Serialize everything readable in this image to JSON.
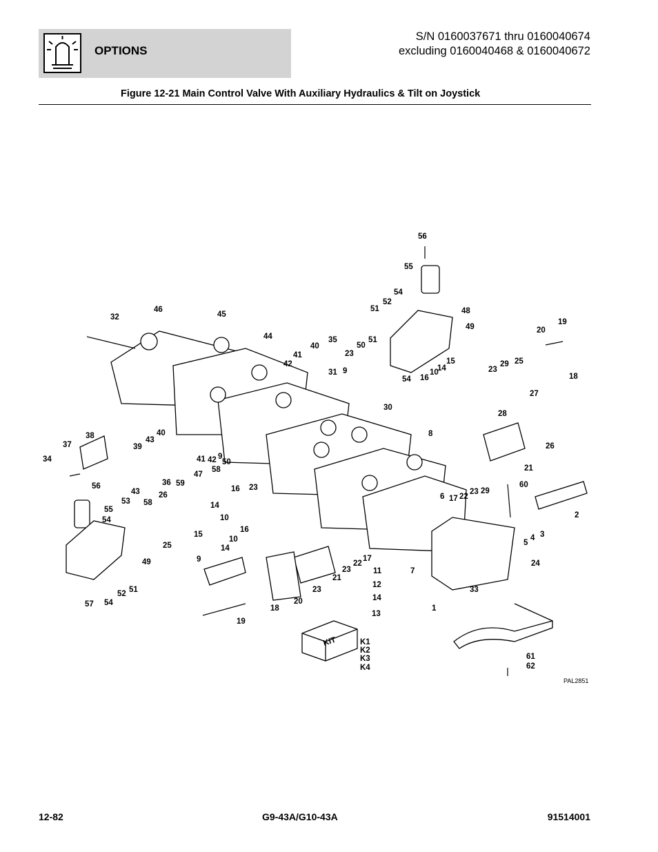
{
  "header": {
    "section": "OPTIONS",
    "icon": "options-lamp-icon",
    "serial_line1": "S/N 0160037671 thru 0160040674",
    "serial_line2": "excluding 0160040468 & 0160040672"
  },
  "figure": {
    "title": "Figure 12-21 Main Control Valve With Auxiliary Hydraulics & Tilt on Joystick",
    "drawing_id": "PAL2851",
    "kit_box_text": "KIT",
    "kit_labels": [
      "K1",
      "K2",
      "K3",
      "K4"
    ],
    "callouts": [
      "56",
      "55",
      "54",
      "52",
      "51",
      "48",
      "49",
      "50",
      "23",
      "51",
      "54",
      "19",
      "20",
      "25",
      "18",
      "29",
      "23",
      "15",
      "14",
      "10",
      "16",
      "27",
      "28",
      "32",
      "46",
      "45",
      "44",
      "40",
      "35",
      "41",
      "42",
      "31",
      "9",
      "30",
      "8",
      "26",
      "21",
      "38",
      "37",
      "34",
      "39",
      "43",
      "40",
      "41",
      "42",
      "9",
      "50",
      "36",
      "43",
      "47",
      "58",
      "59",
      "16",
      "23",
      "6",
      "17",
      "22",
      "23",
      "29",
      "60",
      "2",
      "56",
      "55",
      "54",
      "53",
      "26",
      "58",
      "14",
      "10",
      "16",
      "15",
      "25",
      "3",
      "4",
      "5",
      "49",
      "9",
      "14",
      "10",
      "23",
      "22",
      "17",
      "11",
      "7",
      "12",
      "14",
      "13",
      "21",
      "23",
      "24",
      "33",
      "1",
      "57",
      "54",
      "52",
      "51",
      "18",
      "20",
      "19",
      "61",
      "62"
    ]
  },
  "footer": {
    "page": "12-82",
    "model": "G9-43A/G10-43A",
    "doc_number": "91514001"
  }
}
